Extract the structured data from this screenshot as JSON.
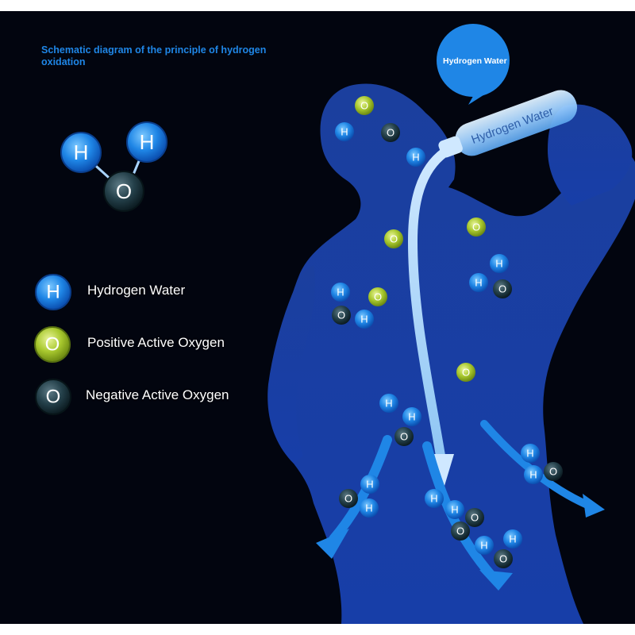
{
  "title": "Schematic diagram of the principle of hydrogen oxidation",
  "speech_bubble": "Hydrogen Water",
  "bottle_label": "Hydrogen Water",
  "molecule": {
    "atoms": [
      "H",
      "H",
      "O"
    ]
  },
  "legend": [
    {
      "symbol": "H",
      "label": "Hydrogen Water",
      "type": "hydrogen"
    },
    {
      "symbol": "O",
      "label": "Positive Active Oxygen",
      "type": "positive-oxygen"
    },
    {
      "symbol": "O",
      "label": "Negative Active Oxygen",
      "type": "negative-oxygen"
    }
  ],
  "colors": {
    "background": "#02050f",
    "body": "#1d3fa6",
    "hydrogen": "#1f86e6",
    "positive_oxygen": "#a8c82e",
    "negative_oxygen": "#1f3a44",
    "title": "#1f86e6"
  }
}
